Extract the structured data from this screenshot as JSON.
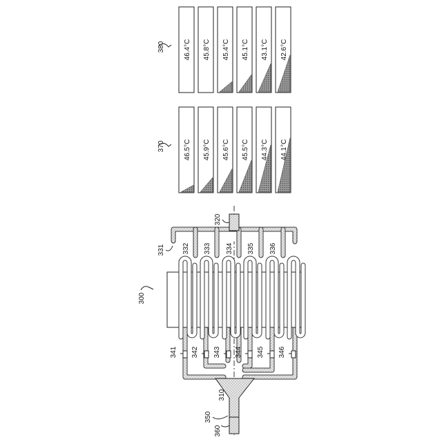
{
  "figure": {
    "device_label": "300",
    "series_a": {
      "label": "370",
      "cells": [
        "46.5°C",
        "45.9°C",
        "45.6°C",
        "45.5°C",
        "44.3°C",
        "44.1°C"
      ],
      "fill_levels": [
        0.08,
        0.17,
        0.27,
        0.37,
        0.55,
        0.63
      ]
    },
    "series_b": {
      "label": "380",
      "cells": [
        "46.4°C",
        "45.8°C",
        "45.4°C",
        "45.1°C",
        "43.1°C",
        "42.6°C"
      ],
      "fill_levels": [
        0.0,
        0.0,
        0.12,
        0.2,
        0.33,
        0.43
      ]
    },
    "inlet_label": "320",
    "manifold_label": "331",
    "branch_labels": [
      "332",
      "333",
      "334",
      "335",
      "336"
    ],
    "valve_labels": [
      "341",
      "342",
      "343",
      "344",
      "345",
      "346"
    ],
    "collector_label": "310",
    "outlet_valve_label": "350",
    "outlet_label": "360",
    "colors": {
      "line": "#333333",
      "hatch_fill": "#d4d4d4",
      "background": "#ffffff"
    }
  }
}
